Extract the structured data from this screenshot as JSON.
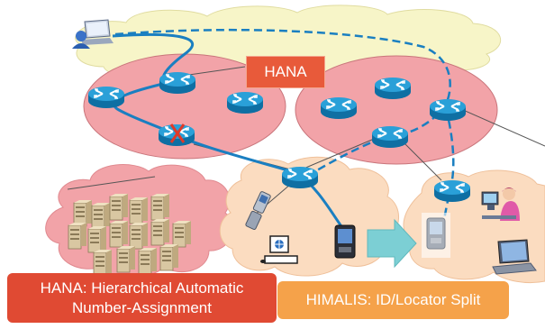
{
  "labels": {
    "hana": "HANA",
    "hana_description": "HANA: Hierarchical Automatic Number-Assignment",
    "himalis_description": "HIMALIS: ID/Locator Split"
  },
  "colors": {
    "hana_red": "#e04a33",
    "himalis_orange": "#f5a24a",
    "router_blue": "#1f8fc7",
    "path_blue": "#1a7fc1",
    "top_cloud": "#f7f5c8",
    "hana_domain": "#f2a3a8"
  },
  "icons": [
    "laptop-user-icon",
    "router-icon",
    "failed-router-icon",
    "server-icon",
    "flip-phone-icon",
    "pda-icon",
    "desktop-pc-icon",
    "handoff-arrow-icon",
    "operator-icon",
    "notebook-icon"
  ]
}
